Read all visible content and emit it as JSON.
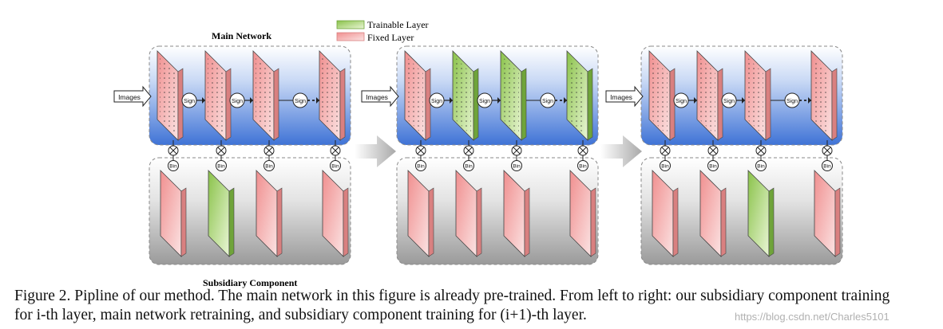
{
  "labels": {
    "main_network": "Main Network",
    "subsidiary_component": "Subsidiary Component",
    "images": "Images",
    "sign": "Sign",
    "bin": "Bin"
  },
  "legend": {
    "trainable": "Trainable Layer",
    "fixed": "Fixed Layer"
  },
  "colors": {
    "trainable": "#b9dc84",
    "fixed": "#f4c4c4",
    "main_panel_top": "#ffffff",
    "main_panel_bottom": "#3f73d6",
    "sub_panel_top": "#ffffff",
    "sub_panel_bottom": "#9a9a9a"
  },
  "panels": [
    {
      "main_layers": [
        "fixed",
        "fixed",
        "fixed",
        "fixed"
      ],
      "sub_layers": [
        "fixed",
        "trainable",
        "fixed",
        "fixed"
      ]
    },
    {
      "main_layers": [
        "fixed",
        "trainable",
        "trainable",
        "trainable"
      ],
      "sub_layers": [
        "fixed",
        "fixed",
        "fixed",
        "fixed"
      ]
    },
    {
      "main_layers": [
        "fixed",
        "fixed",
        "fixed",
        "fixed"
      ],
      "sub_layers": [
        "fixed",
        "fixed",
        "trainable",
        "fixed"
      ]
    }
  ],
  "caption": {
    "line1": "Figure 2. Pipline of our method. The main network in this figure is already pre-trained. From left to right: our subsidiary component training",
    "line2": "for i-th layer, main network retraining, and subsidiary component training for (i+1)-th layer."
  },
  "watermark": "https://blog.csdn.net/Charles5101"
}
